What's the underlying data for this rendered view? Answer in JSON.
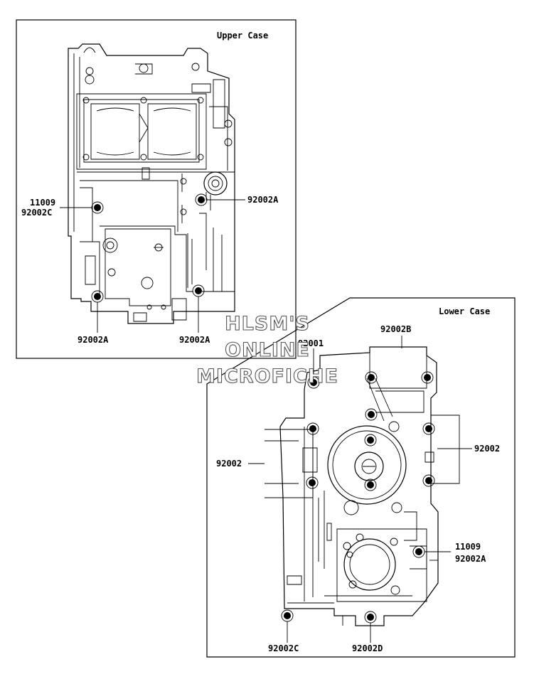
{
  "panels": {
    "upper": {
      "title": "Upper Case",
      "callouts": {
        "left_top": "11009",
        "left_bottom": "92002C",
        "right": "92002A",
        "bottom_left": "92002A",
        "bottom_right": "92002A"
      }
    },
    "lower": {
      "title": "Lower Case",
      "callouts": {
        "top_left": "92001",
        "top_center": "92002B",
        "right": "92002",
        "left": "92002",
        "right_lower_1": "11009",
        "right_lower_2": "92002A",
        "bottom_left": "92002C",
        "bottom_center": "92002D"
      }
    }
  },
  "watermark": {
    "line1": "HLSM'S",
    "line2": "ONLINE",
    "line3": "MICROFICHE"
  }
}
